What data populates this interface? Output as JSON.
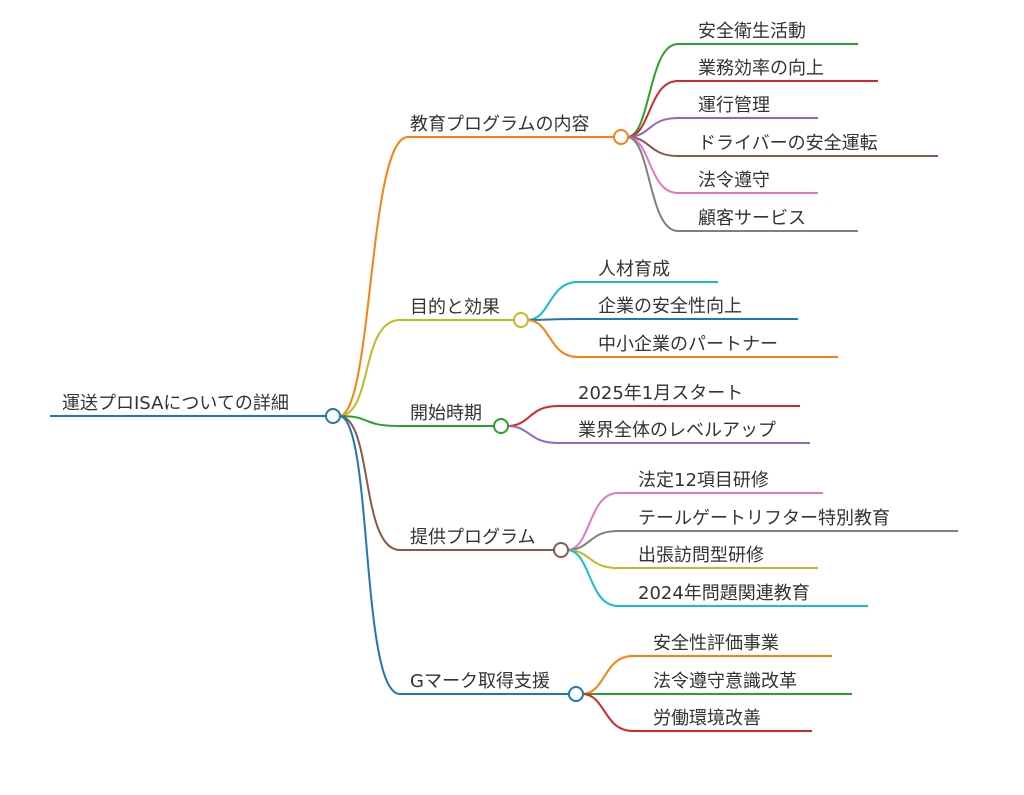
{
  "root": {
    "label": "運送プロISAについての詳細",
    "color": "#1f77b4"
  },
  "branches": [
    {
      "label": "教育プログラムの内容",
      "color": "#ff7f0e",
      "children": [
        {
          "label": "安全衛生活動",
          "color": "#2ca02c"
        },
        {
          "label": "業務効率の向上",
          "color": "#d62728"
        },
        {
          "label": "運行管理",
          "color": "#9467bd"
        },
        {
          "label": "ドライバーの安全運転",
          "color": "#8c564b"
        },
        {
          "label": "法令遵守",
          "color": "#e377c2"
        },
        {
          "label": "顧客サービス",
          "color": "#7f7f7f"
        }
      ]
    },
    {
      "label": "目的と効果",
      "color": "#bcbd22",
      "children": [
        {
          "label": "人材育成",
          "color": "#17becf"
        },
        {
          "label": "企業の安全性向上",
          "color": "#1f77b4"
        },
        {
          "label": "中小企業のパートナー",
          "color": "#ff7f0e"
        }
      ]
    },
    {
      "label": "開始時期",
      "color": "#2ca02c",
      "children": [
        {
          "label": "2025年1月スタート",
          "color": "#d62728"
        },
        {
          "label": "業界全体のレベルアップ",
          "color": "#9467bd"
        }
      ]
    },
    {
      "label": "提供プログラム",
      "color": "#8c564b",
      "children": [
        {
          "label": "法定12項目研修",
          "color": "#e377c2"
        },
        {
          "label": "テールゲートリフター特別教育",
          "color": "#7f7f7f"
        },
        {
          "label": "出張訪問型研修",
          "color": "#bcbd22"
        },
        {
          "label": "2024年問題関連教育",
          "color": "#17becf"
        }
      ]
    },
    {
      "label": "Gマーク取得支援",
      "color": "#1f77b4",
      "children": [
        {
          "label": "安全性評価事業",
          "color": "#ff7f0e"
        },
        {
          "label": "法令遵守意識改革",
          "color": "#2ca02c"
        },
        {
          "label": "労働環境改善",
          "color": "#d62728"
        }
      ]
    }
  ]
}
